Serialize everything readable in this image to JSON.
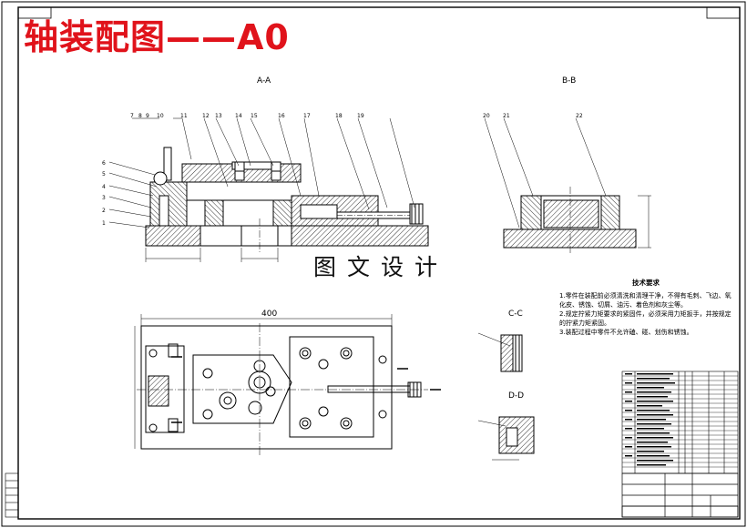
{
  "title": "轴装配图——A0",
  "watermark": "图文设计",
  "views": {
    "section_aa": "A-A",
    "section_bb": "B-B",
    "section_cc": "C-C",
    "section_dd": "D-D"
  },
  "dimensions": {
    "plan_width": "400"
  },
  "tech_requirements": {
    "heading": "技术要求",
    "items": [
      "1.零件在装配前必须清洗和清理干净，不得有毛刺、飞边、氧化皮、锈蚀、切屑、油污、着色剂和灰尘等。",
      "2.规定拧紧力矩要求的紧固件，必须采用力矩扳手，并按规定的拧紧力矩紧固。",
      "3.装配过程中零件不允许磕、碰、划伤和锈蚀。"
    ]
  },
  "callouts_aa": [
    "7",
    "8",
    "9",
    "10",
    "11",
    "12",
    "13",
    "14",
    "15",
    "16",
    "17",
    "18",
    "19"
  ],
  "callouts_left": [
    "6",
    "5",
    "4",
    "3",
    "2",
    "1"
  ],
  "callouts_bb": [
    "20",
    "21",
    "22"
  ],
  "colors": {
    "title": "#e0131b",
    "lines": "#000000",
    "hatch": "#000000"
  }
}
